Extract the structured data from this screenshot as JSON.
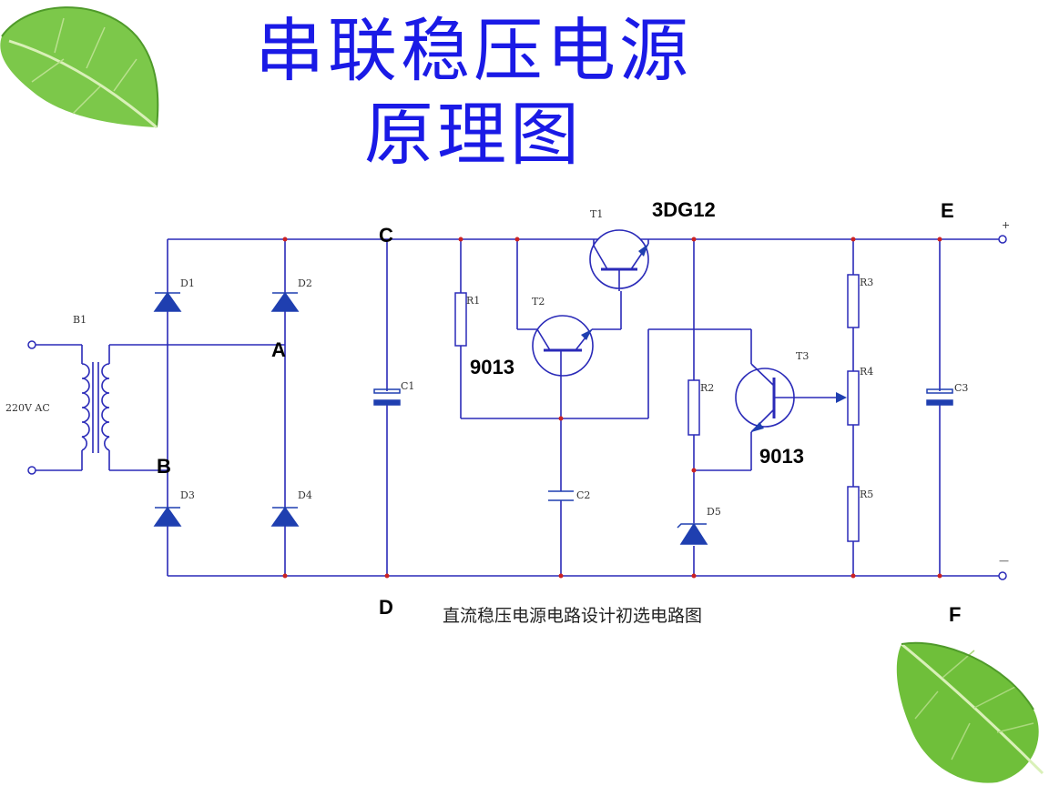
{
  "slide": {
    "title_line1": "串联稳压电源",
    "title_line2": "原理图",
    "caption": "直流稳压电源电路设计初选电路图"
  },
  "nodes": {
    "a": "A",
    "b": "B",
    "c": "C",
    "d": "D",
    "e": "E",
    "f": "F"
  },
  "parts": {
    "transistor_t1_model": "3DG12",
    "transistor_t2_model": "9013",
    "transistor_t3_model": "9013"
  },
  "components": {
    "b1": "B1",
    "ac": "220V AC",
    "d1": "D1",
    "d2": "D2",
    "d3": "D3",
    "d4": "D4",
    "d5": "D5",
    "c1": "C1",
    "c2": "C2",
    "c3": "C3",
    "r1": "R1",
    "r2": "R2",
    "r3": "R3",
    "r4": "R4",
    "r5": "R5",
    "t1": "T1",
    "t2": "T2",
    "t3": "T3",
    "plus": "+",
    "minus": "—"
  },
  "colors": {
    "title": "#1a1ae6",
    "wire": "#2a2ab8",
    "junction": "#cc2222",
    "leaf": "#6fbf3a"
  }
}
